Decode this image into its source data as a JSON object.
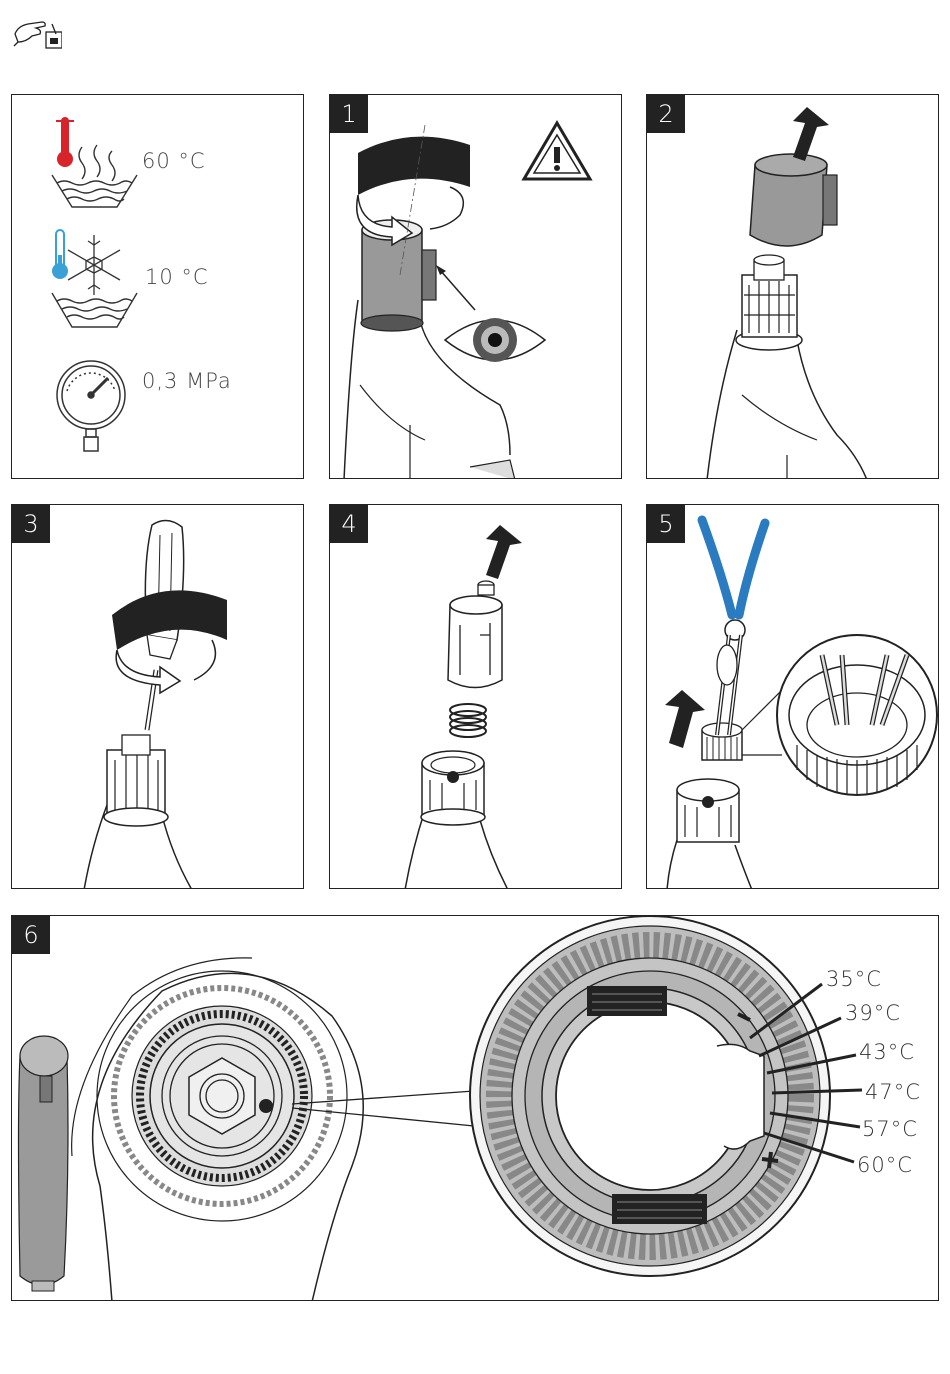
{
  "header": {
    "icon": "hand-maintenance-icon"
  },
  "requirements": {
    "hot_water_temp": "60 °C",
    "cold_water_temp": "10 °C",
    "pressure": "0,3 MPa"
  },
  "steps": [
    {
      "number": "1"
    },
    {
      "number": "2"
    },
    {
      "number": "3"
    },
    {
      "number": "4"
    },
    {
      "number": "5"
    },
    {
      "number": "6"
    }
  ],
  "temperature_scale": {
    "labels": [
      "35°C",
      "39°C",
      "43°C",
      "47°C",
      "57°C",
      "60°C"
    ],
    "minus": "−",
    "plus": "+"
  },
  "colors": {
    "hot": "#d8232a",
    "cold": "#3aa0d8",
    "pliers": "#2a7bc0",
    "metal": "#9a9a9a",
    "outline": "#222222"
  }
}
